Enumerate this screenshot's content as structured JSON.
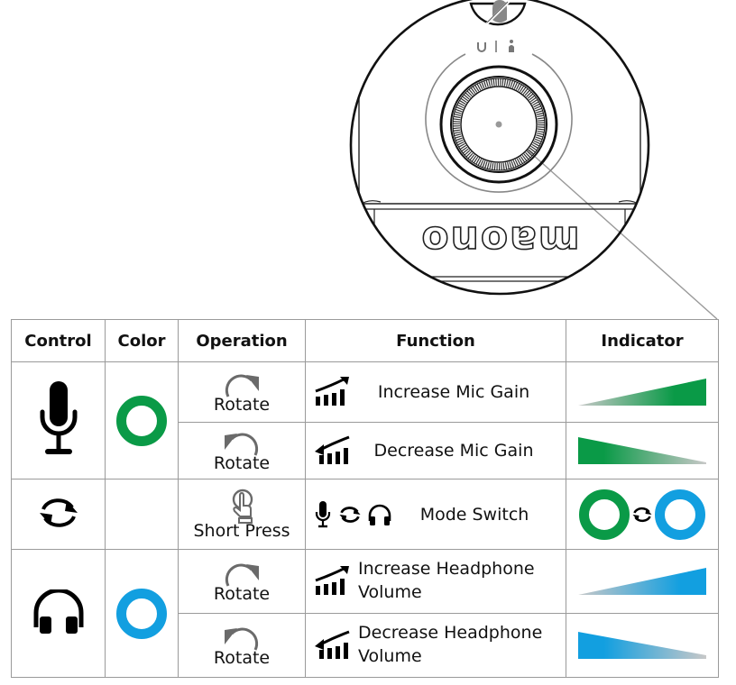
{
  "device": {
    "brand_logo": "maono",
    "top_button_icon": "mic-mute-icon",
    "mode_indicator_icons": [
      "headphone-mode-icon",
      "mic-mode-icon"
    ],
    "knob": "rotary-knob"
  },
  "table": {
    "headers": {
      "control": "Control",
      "color": "Color",
      "operation": "Operation",
      "function": "Function",
      "indicator": "Indicator"
    },
    "rows": [
      {
        "control_icon": "microphone-icon",
        "color": "#0a9a47",
        "color_name": "green",
        "ops": [
          {
            "icon": "rotate-clockwise-icon",
            "label": "Rotate",
            "function_icon": "increase-level-icon",
            "function": "Increase Mic Gain",
            "indicator": "green-ramp-up"
          },
          {
            "icon": "rotate-counterclockwise-icon",
            "label": "Rotate",
            "function_icon": "decrease-level-icon",
            "function": "Decrease Mic Gain",
            "indicator": "green-ramp-down"
          }
        ]
      },
      {
        "control_icon": "switch-cycle-icon",
        "color": "",
        "ops": [
          {
            "icon": "finger-press-icon",
            "label": "Short Press",
            "function_icons": [
              "microphone-icon",
              "switch-cycle-icon",
              "headphone-icon"
            ],
            "function": "Mode Switch",
            "indicator": "green-ring-swap-blue-ring"
          }
        ]
      },
      {
        "control_icon": "headphone-icon",
        "color": "#129fe0",
        "color_name": "blue",
        "ops": [
          {
            "icon": "rotate-clockwise-icon",
            "label": "Rotate",
            "function_icon": "increase-level-icon",
            "function_line1": "Increase Headphone",
            "function_line2": "Volume",
            "indicator": "blue-ramp-up"
          },
          {
            "icon": "rotate-counterclockwise-icon",
            "label": "Rotate",
            "function_icon": "decrease-level-icon",
            "function_line1": "Decrease Headphone",
            "function_line2": "Volume",
            "indicator": "blue-ramp-down"
          }
        ]
      }
    ]
  },
  "colors": {
    "green": "#0a9a47",
    "blue": "#129fe0",
    "ramp_start": "#c8c8c8",
    "grid": "#9a9a9a"
  }
}
